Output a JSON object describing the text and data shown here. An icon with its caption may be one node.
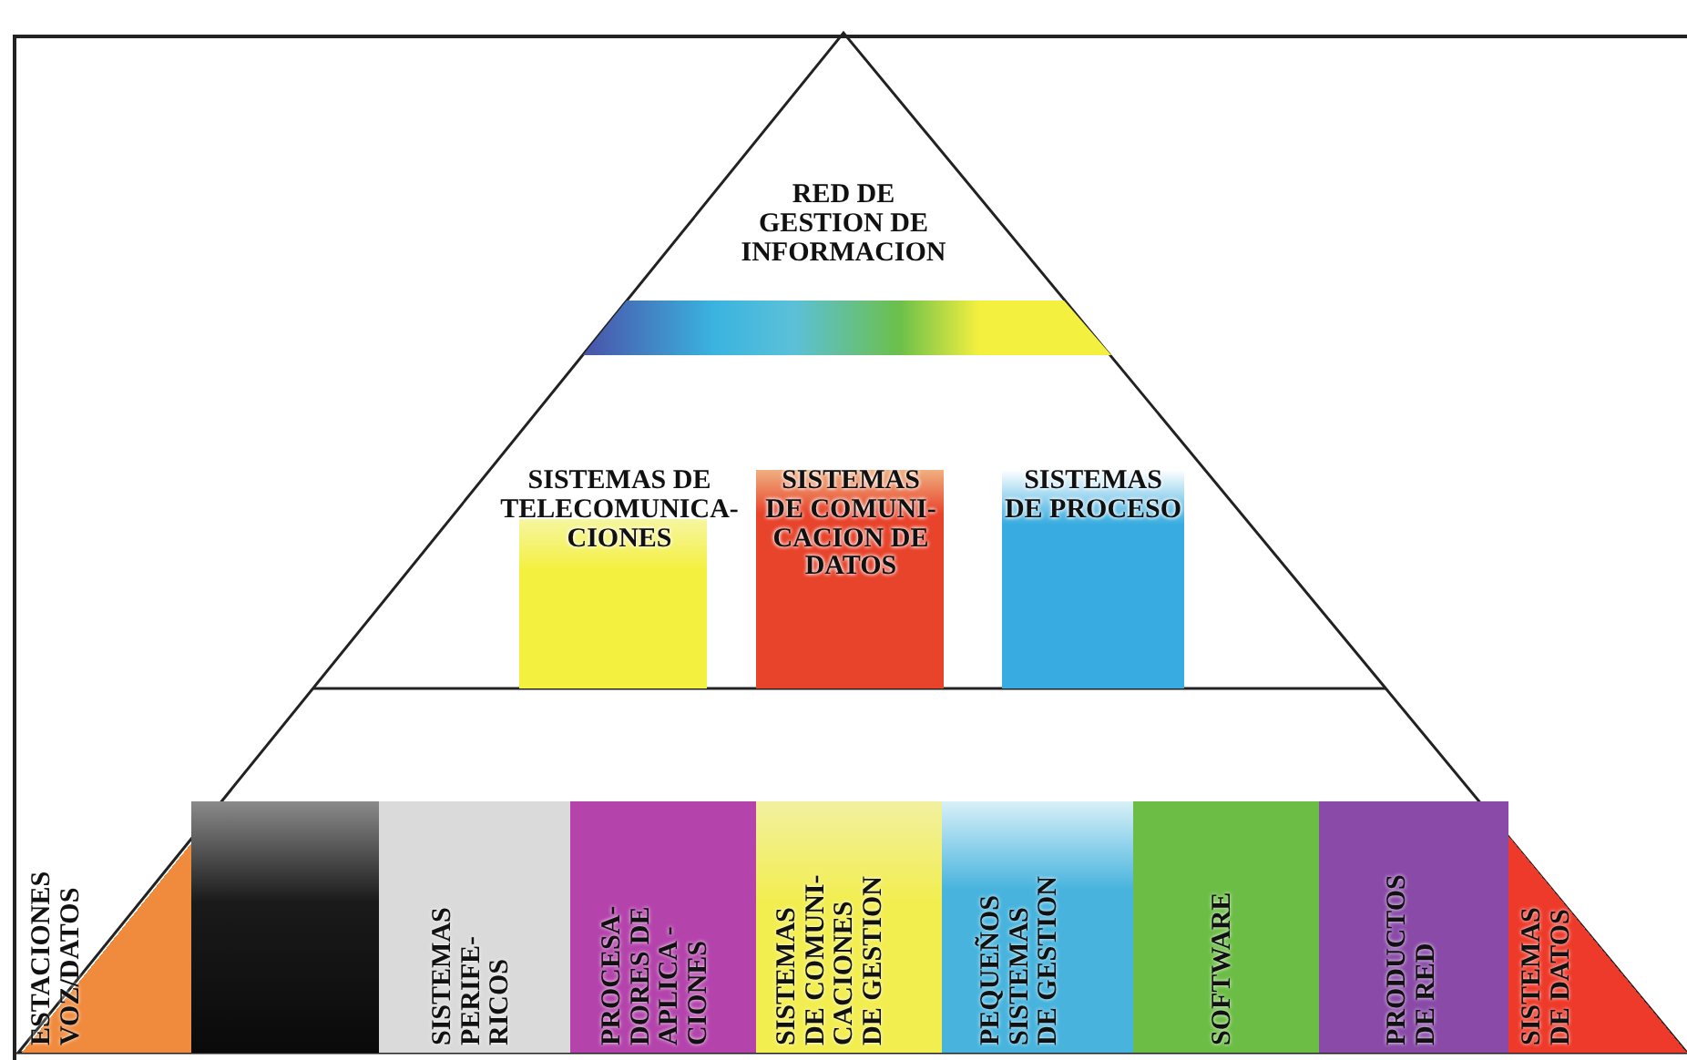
{
  "diagram": {
    "nodes": [
      {
        "text": [
          "RED DE GESTION DE INFORMACION"
        ]
      },
      {
        "text": [],
        "shape": "bar"
      },
      {
        "text": [
          "SISTEMAS DE TELECOMUNICA- CIONES"
        ]
      },
      {
        "text": [
          "SISTEMAS DE COMUNI- CACION DE DATOS"
        ]
      },
      {
        "text": [
          "SISTEMAS DE PROCESO"
        ]
      },
      {
        "text": [
          "ESTACIONES VOZ/DATOS"
        ]
      },
      {
        "text": [],
        "shape": "bar"
      },
      {
        "text": [
          "SISTEMAS PERIFE- RICOS"
        ]
      },
      {
        "text": [
          "PROCESA- DORES DE APLICA - CIONES"
        ]
      },
      {
        "text": [
          "SISTEMAS DE COMUNI- CACIONES DE GESTION"
        ]
      },
      {
        "text": [
          "PEQUEÑOS SISTEMAS DE GESTION"
        ]
      },
      {
        "text": [
          "SOFTWARE"
        ]
      },
      {
        "text": [
          "PRODUCTOS DE RED"
        ]
      },
      {
        "text": [
          "SISTEMAS DE DATOS"
        ]
      }
    ]
  }
}
